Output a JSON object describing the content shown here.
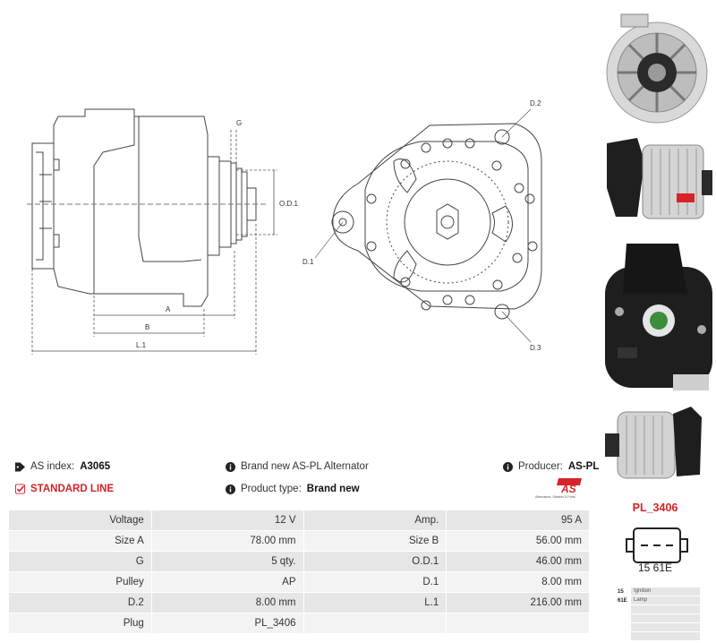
{
  "drawing": {
    "dimension_labels": {
      "g": "G",
      "od1": "O.D.1",
      "a": "A",
      "b": "B",
      "l1": "L.1",
      "d1": "D.1",
      "d2": "D.2",
      "d3": "D.3"
    }
  },
  "info": {
    "as_index_label": "AS index:",
    "as_index_value": "A3065",
    "standard_line": "STANDARD LINE",
    "description": "Brand new AS-PL Alternator",
    "product_type_label": "Product type:",
    "product_type_value": "Brand new",
    "producer_label": "Producer:",
    "producer_value": "AS-PL"
  },
  "logo": {
    "mark": "AS",
    "tagline": "Alternators, Starters & Parts"
  },
  "specs": {
    "rows": [
      {
        "l1": "Voltage",
        "v1": "12 V",
        "l2": "Amp.",
        "v2": "95 A"
      },
      {
        "l1": "Size A",
        "v1": "78.00 mm",
        "l2": "Size B",
        "v2": "56.00 mm"
      },
      {
        "l1": "G",
        "v1": "5 qty.",
        "l2": "O.D.1",
        "v2": "46.00 mm"
      },
      {
        "l1": "Pulley",
        "v1": "AP",
        "l2": "D.1",
        "v2": "8.00 mm"
      },
      {
        "l1": "D.2",
        "v1": "8.00 mm",
        "l2": "L.1",
        "v2": "216.00 mm"
      },
      {
        "l1": "Plug",
        "v1": "PL_3406",
        "l2": "",
        "v2": ""
      }
    ]
  },
  "plug": {
    "title": "PL_3406",
    "pins": "15 61E",
    "legend": [
      {
        "pin": "15",
        "text": "Ignition"
      },
      {
        "pin": "61E",
        "text": "Lamp"
      }
    ]
  },
  "colors": {
    "accent_red": "#d62228",
    "row_dark": "#e6e6e6",
    "row_light": "#f3f3f3"
  }
}
